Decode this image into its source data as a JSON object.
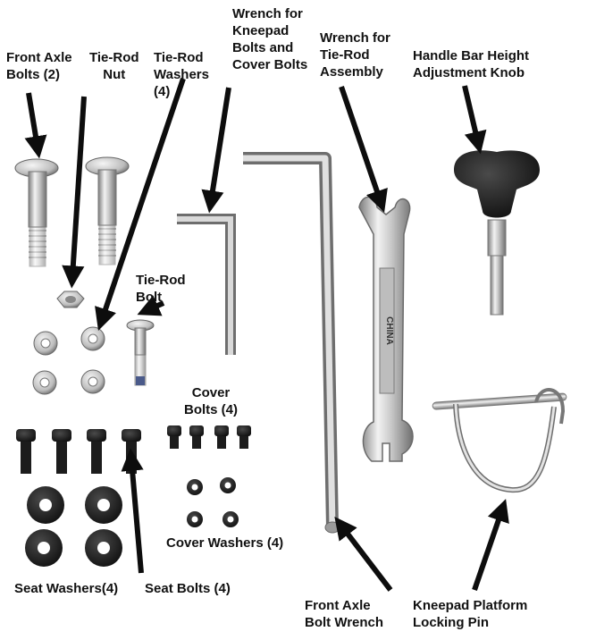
{
  "labels": {
    "front_axle_bolts": [
      "Front Axle",
      "Bolts (2)"
    ],
    "tie_rod_nut": [
      "Tie-Rod",
      "Nut"
    ],
    "tie_rod_washers": [
      "Tie-Rod",
      "Washers",
      "(4)"
    ],
    "wrench_kneepad": [
      "Wrench for",
      "Kneepad",
      "Bolts and",
      "Cover Bolts"
    ],
    "wrench_tie_rod": [
      "Wrench for",
      "Tie-Rod",
      "Assembly"
    ],
    "handle_bar_knob": [
      "Handle Bar Height",
      "Adjustment Knob"
    ],
    "tie_rod_bolt": [
      "Tie-Rod",
      "Bolt"
    ],
    "cover_bolts": [
      "Cover",
      "Bolts (4)"
    ],
    "cover_washers": "Cover Washers (4)",
    "seat_washers": "Seat Washers(4)",
    "seat_bolts": "Seat Bolts (4)",
    "front_axle_wrench": [
      "Front Axle",
      "Bolt Wrench"
    ],
    "kneepad_pin": [
      "Kneepad Platform",
      "Locking Pin"
    ]
  },
  "wrench_markings": "CHINA",
  "colors": {
    "text": "#111111",
    "arrow": "#0d0d0d",
    "metal_light": "#e6e6e6",
    "metal_dark": "#8a8a8a",
    "black_part": "#1c1c1c",
    "background": "#ffffff"
  }
}
